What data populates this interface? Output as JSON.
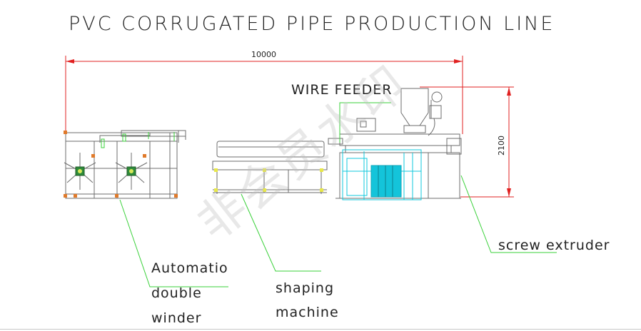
{
  "title": "PVC CORRUGATED PIPE PRODUCTION LINE",
  "dimensions": {
    "length": "10000",
    "height": "2100"
  },
  "labels": {
    "wire_feeder": "WIRE FEEDER",
    "screw_extruder": "screw extruder",
    "winder_line1": "Automatio",
    "winder_line2": "double",
    "winder_line3": "winder",
    "shaping_line1": "shaping",
    "shaping_line2": "machine"
  },
  "watermark": "非会员水印",
  "colors": {
    "dimension": "#e02020",
    "leader": "#3ad13a",
    "cyan": "#10c8dc",
    "drawing": "#6c6c6c",
    "accent_yellow": "#e8e84a",
    "accent_orange": "#e07a2a"
  }
}
